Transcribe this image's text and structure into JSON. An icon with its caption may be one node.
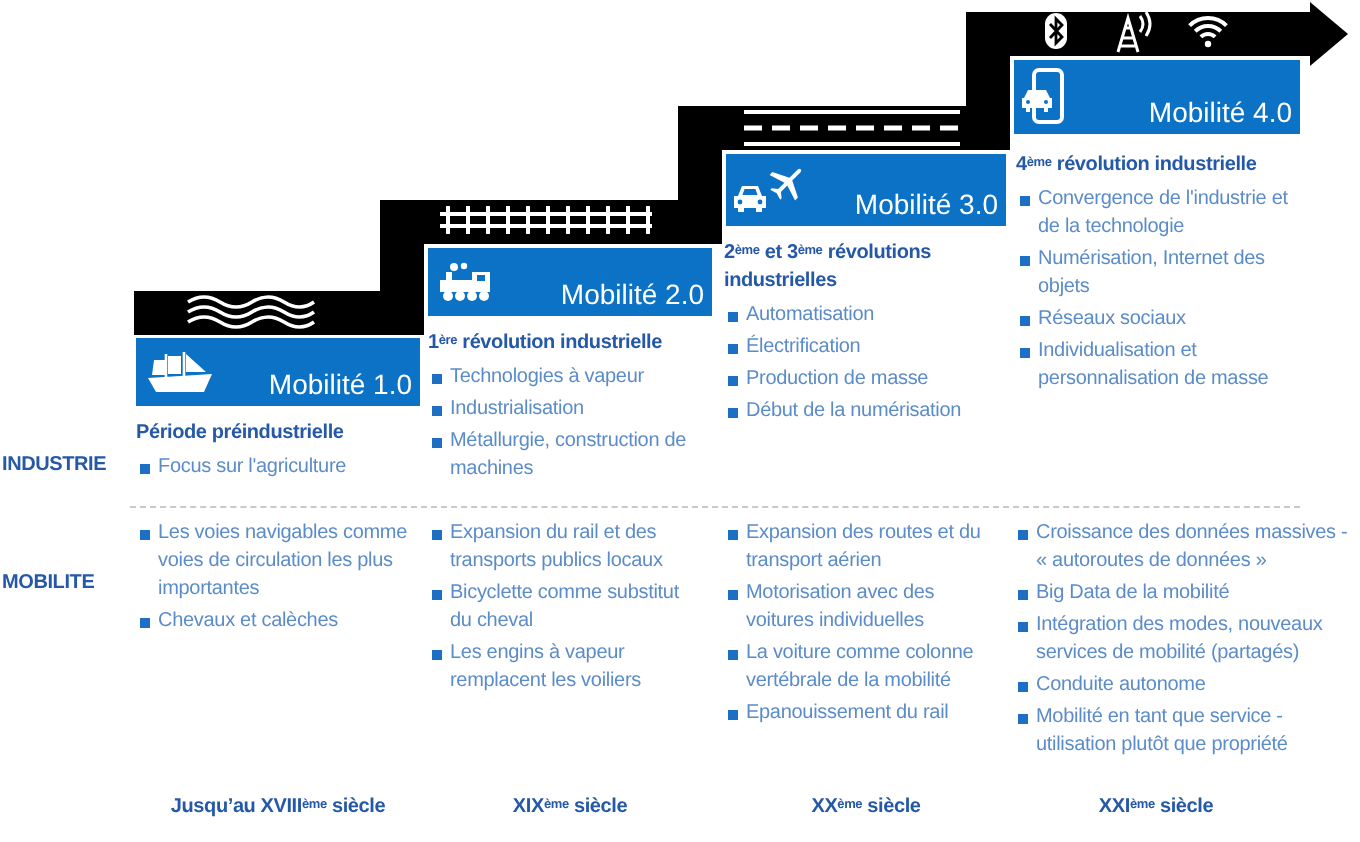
{
  "diagram": {
    "nodes": [
      {
        "text": [
          "Mobilité 1.0"
        ]
      },
      {
        "text": [
          "Mobilité 2.0"
        ]
      },
      {
        "text": [
          "Mobilité 3.0"
        ]
      },
      {
        "text": [
          "Mobilité 4.0"
        ]
      }
    ],
    "labels": [
      "INDUSTRIE",
      "Période préindustrielle",
      "Focus sur l'agriculture",
      "1$^{ère}$ révolution industrielle",
      "Technologies à vapeur",
      "Industrialisation",
      "Métallurgie, construction de machines",
      "2$^{ème}$ et 3$^{ème}$ révolutions industrielles",
      "Automatisation",
      "Électrification",
      "Production de masse",
      "Début de la numérisation",
      "4$^{ème}$ révolution industrielle",
      "Convergence de l'industrie et de la technologie",
      "Numérisation, Internet des objets",
      "Réseaux sociaux",
      "Individualisation et personnalisation de masse",
      "MOBILITE",
      "Les voies navigables comme voies de circulation les plus importantes",
      "Chevaux et calèches",
      "Expansion du rail et des transports publics locaux",
      "Bicyclette comme substitut du cheval",
      "Les engins à vapeur remplacent les voiliers",
      "Expansion des routes et du transport aérien",
      "Motorisation avec des voitures individuelles",
      "La voiture comme colonne vertébrale de la mobilité",
      "Epanouissement du rail",
      "Croissance des données massives - « autoroutes de données »",
      "Big Data de la mobilité",
      "Intégration des modes, nouveaux services de mobilité (partagés)",
      "Conduite autonome",
      "Mobilité en tant que service - utilisation plutôt que propriété",
      "Jusqu’au XVIII$^{ème}$ siècle",
      "XIX$^{ème}$ siècle",
      "XX$^{ème}$ siècle",
      "XXI$^{ème}$ siècle"
    ]
  }
}
